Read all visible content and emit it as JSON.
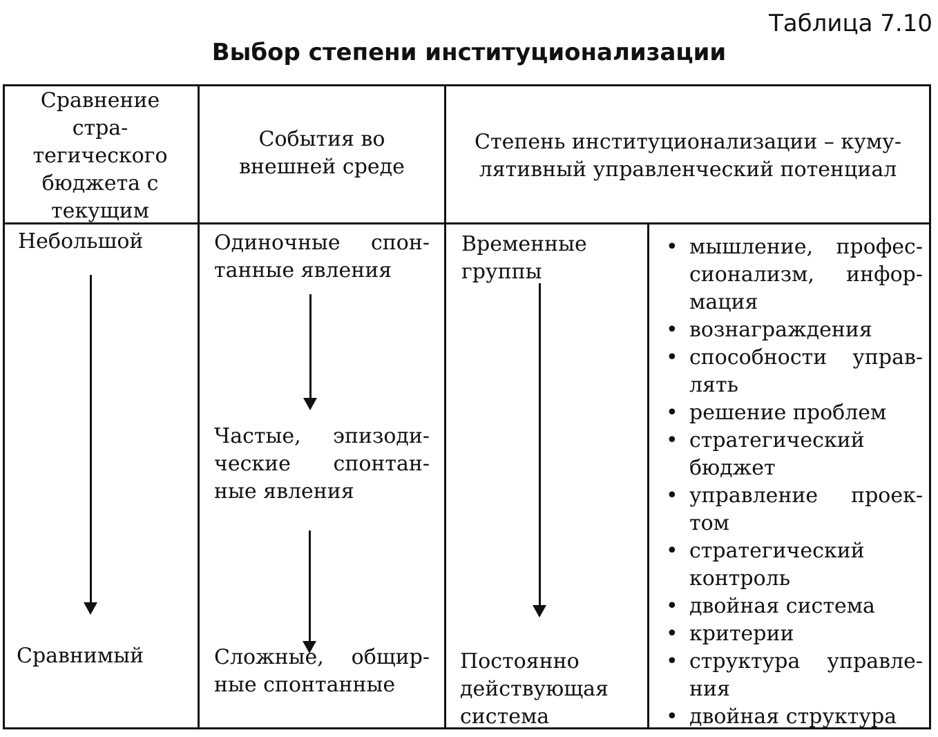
{
  "table_label": "Таблица 7.10",
  "table_title": "Выбор степени институционализации",
  "headers": {
    "col1": [
      "Сравнение",
      "стра-",
      "тегического",
      "бюджета с",
      "текущим"
    ],
    "col2": [
      "События во",
      "внешней среде"
    ],
    "col3": [
      "Степень институционализации – куму-",
      "лятивный управленческий потенциал"
    ]
  },
  "col1": {
    "top": "Небольшой",
    "bottom": "Сравнимый"
  },
  "col2": {
    "top": [
      "Одиночные спон-",
      "танные явления"
    ],
    "middle": [
      "Частые, эпизоди-",
      "ческие спонтан-",
      "ные явления"
    ],
    "bottom": [
      "Сложные, общир-",
      "ные спонтанные"
    ]
  },
  "col3": {
    "top": [
      "Временные",
      "группы"
    ],
    "bottom": [
      "Постоянно",
      "действующая",
      "система"
    ]
  },
  "col4": {
    "items": [
      [
        "мышление, профес-",
        "сионализм, инфор-",
        "мация"
      ],
      [
        "вознаграждения"
      ],
      [
        "способности управ-",
        "лять"
      ],
      [
        "решение проблем"
      ],
      [
        "стратегический",
        "бюджет"
      ],
      [
        "управление проек-",
        "том"
      ],
      [
        "стратегический",
        "контроль"
      ],
      [
        "двойная система"
      ],
      [
        "критерии"
      ],
      [
        "структура управле-",
        "ния"
      ],
      [
        "двойная структура"
      ]
    ]
  }
}
